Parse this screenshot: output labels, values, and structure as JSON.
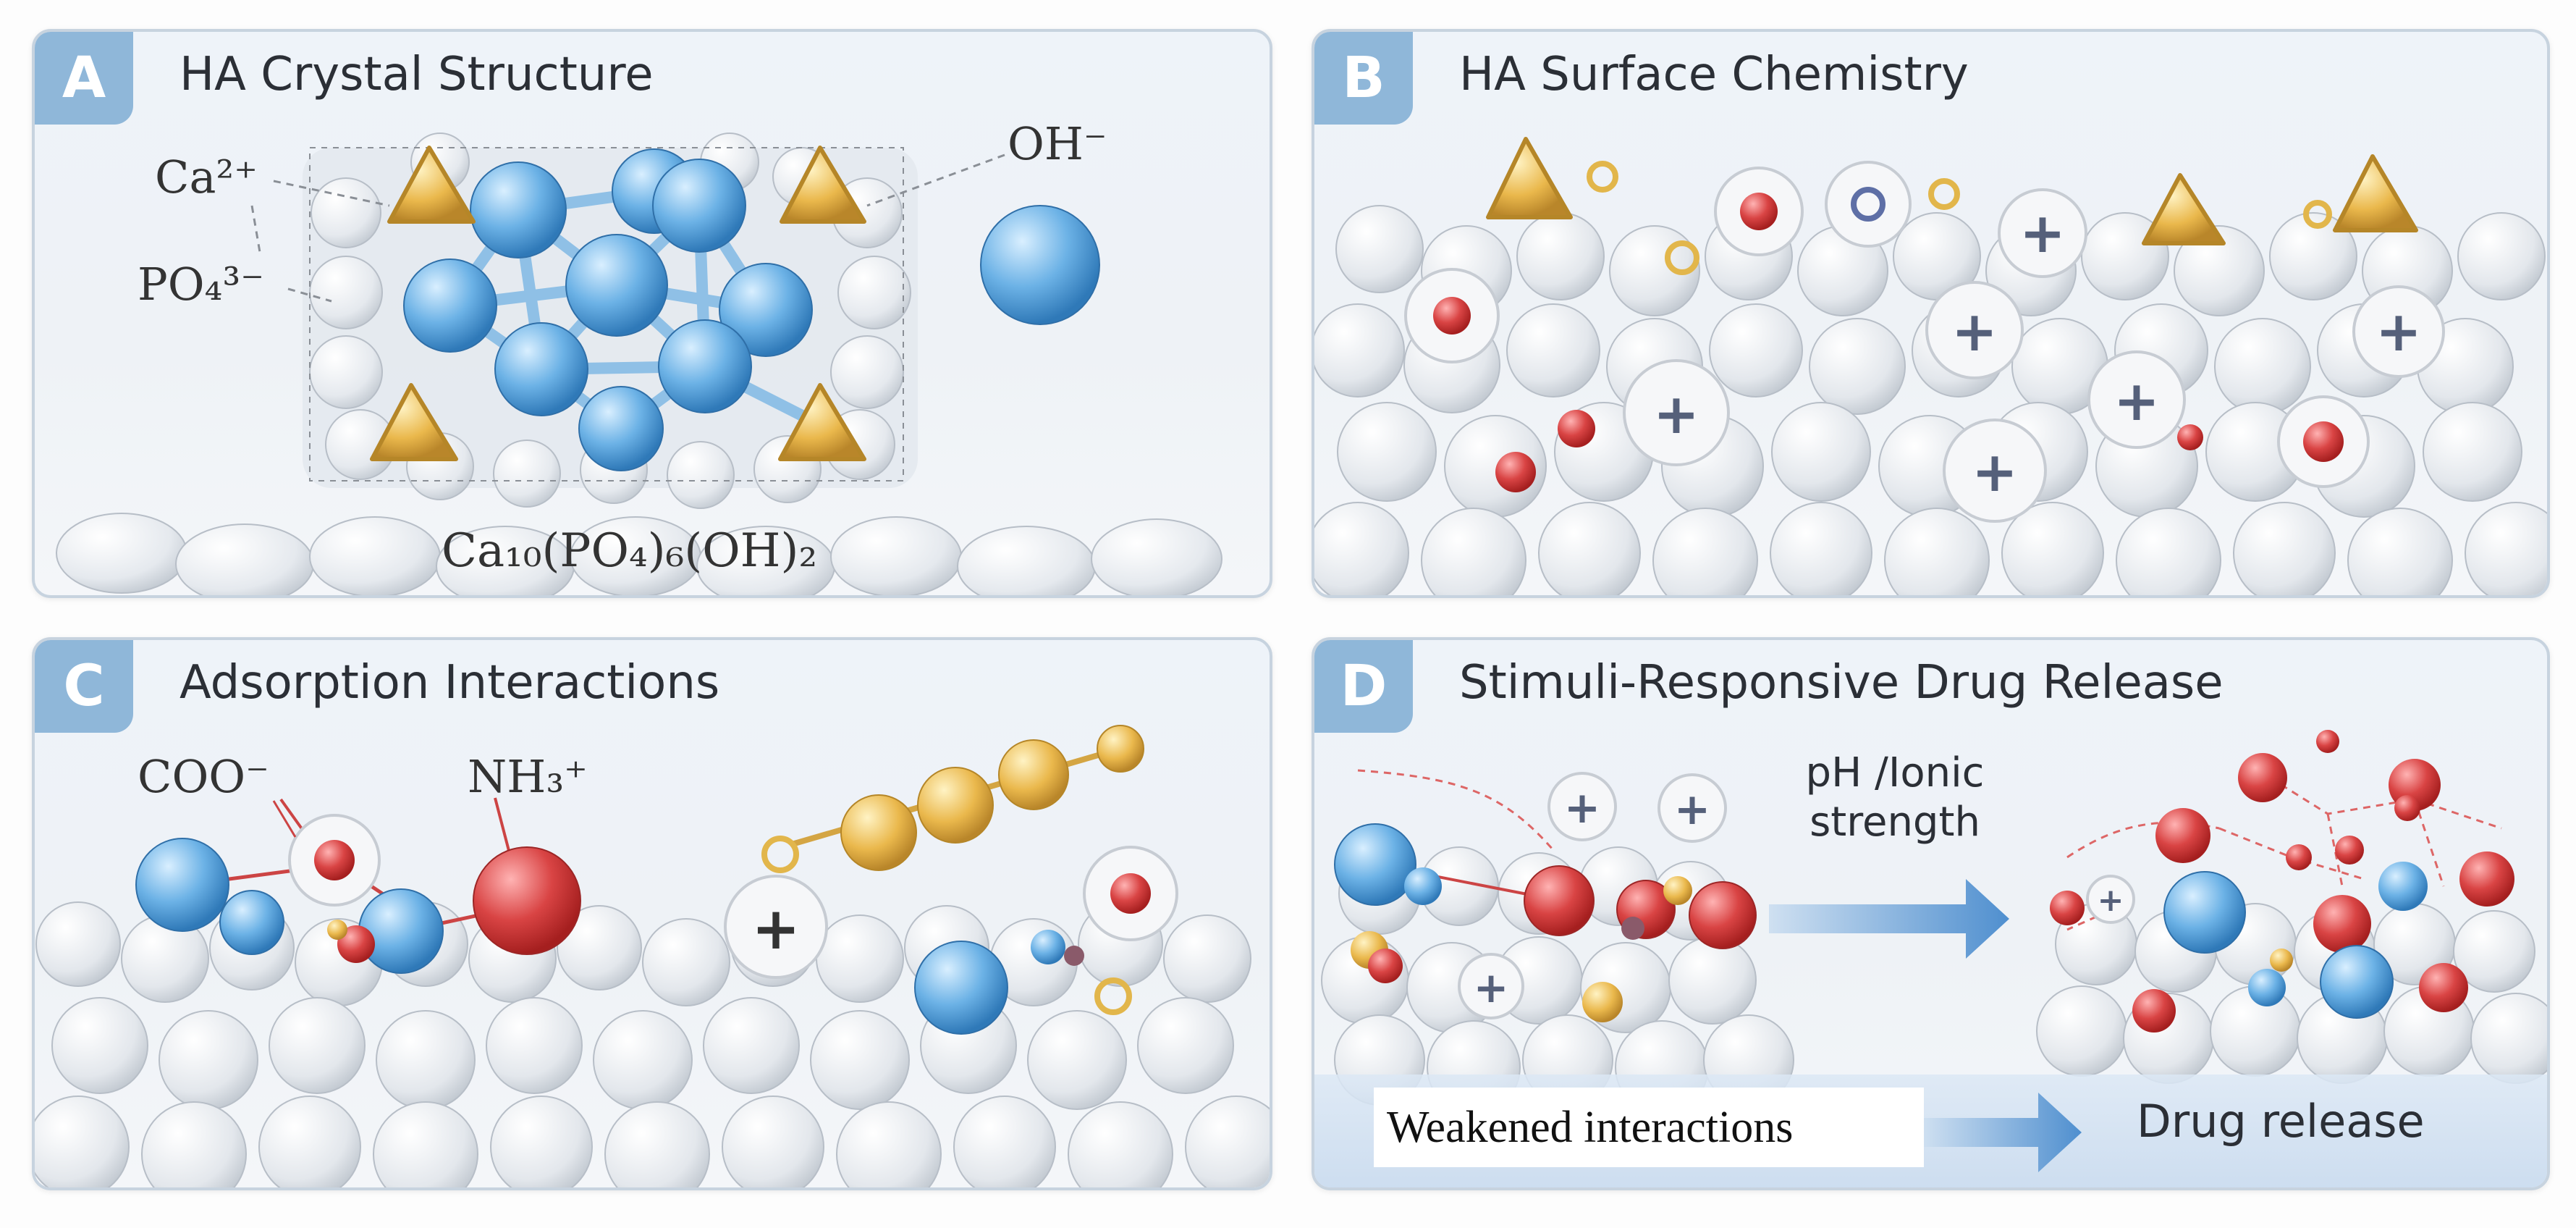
{
  "panels": [
    {
      "badge": "A",
      "title": "HA Crystal Structure"
    },
    {
      "badge": "B",
      "title": "HA Surface Chemistry"
    },
    {
      "badge": "C",
      "title": "Adsorption Interactions"
    },
    {
      "badge": "D",
      "title": "Stimuli-Responsive Drug Release"
    }
  ],
  "panel_a": {
    "ca_label": "Ca²⁺",
    "po4_label": "PO₄³⁻",
    "oh_label": "OH⁻",
    "formula": "Ca₁₀(PO₄)₆(OH)₂"
  },
  "panel_b": {
    "plus_symbol": "+"
  },
  "panel_c": {
    "coo_label": "COO⁻",
    "nh3_label": "NH₃⁺",
    "plus_symbol": "+"
  },
  "panel_d": {
    "stimulus_line1": "pH /Ionic",
    "stimulus_line2": "strength",
    "weakened_label": "Weakened interactions",
    "release_label": "Drug release",
    "plus_symbol": "+"
  },
  "colors": {
    "badge": "#8fb7d9",
    "phosphate_triangle": "#e0b24f",
    "calcium_sphere": "#5fa4dc",
    "red_sphere": "#d23b3b",
    "arrow": "#4f8fcf",
    "panel_border": "#c7d3df"
  }
}
